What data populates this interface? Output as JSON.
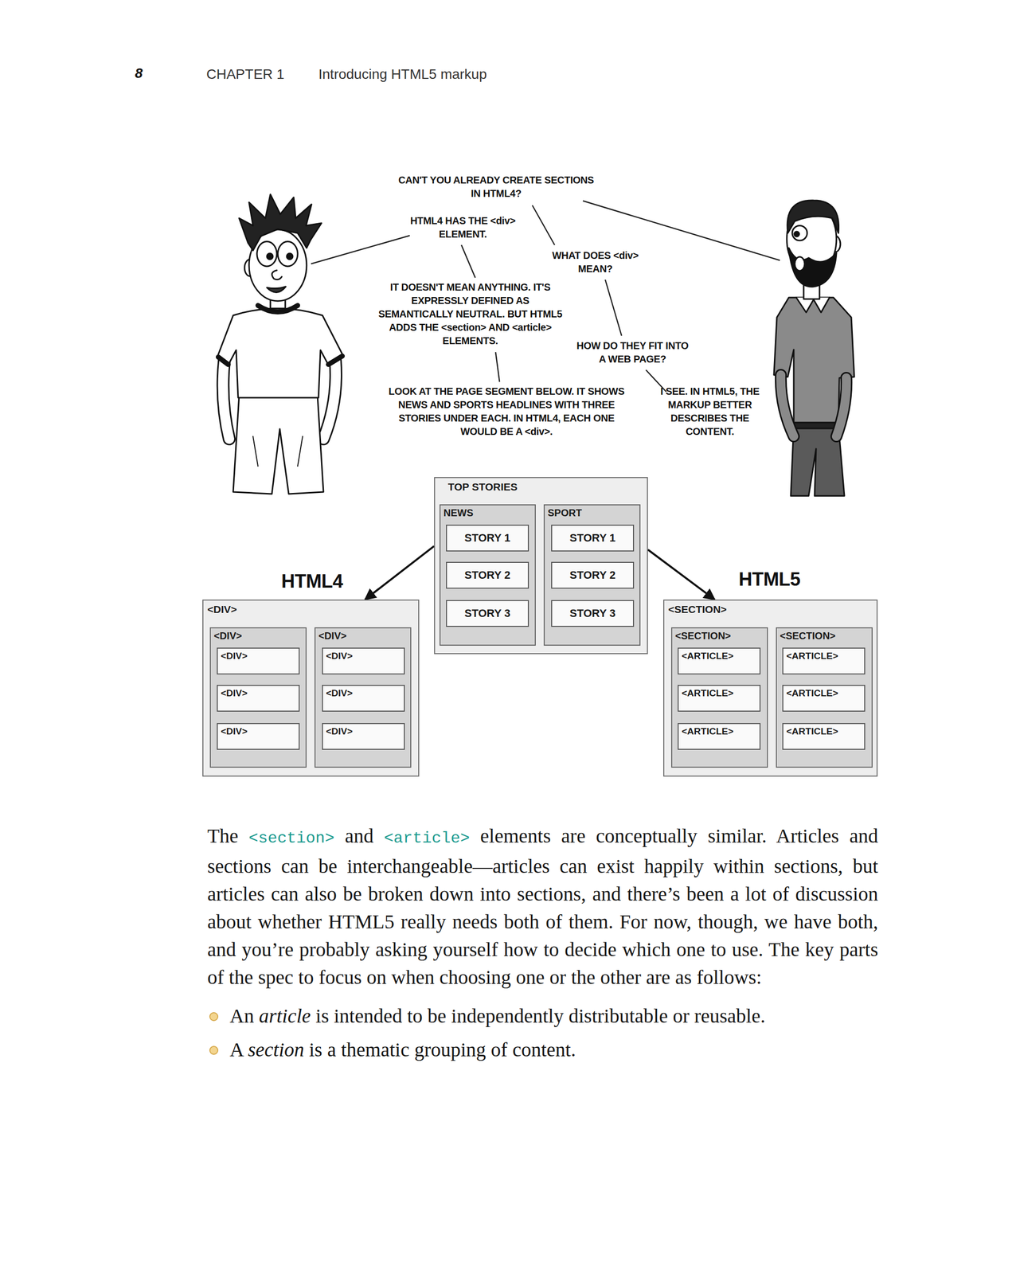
{
  "diagram": {
    "nodes": [
      {
        "text": [
          "TOP STORIES"
        ]
      },
      {
        "text": [
          "NEWS"
        ],
        "in": 0
      },
      {
        "text": [
          "STORY 1"
        ],
        "in": 1
      },
      {
        "text": [
          "STORY 2"
        ],
        "in": 1
      },
      {
        "text": [
          "STORY 3"
        ],
        "in": 1
      },
      {
        "text": [
          "SPORT"
        ],
        "in": 0
      },
      {
        "text": [
          "STORY 1"
        ],
        "in": 5
      },
      {
        "text": [
          "STORY 2"
        ],
        "in": 5
      },
      {
        "text": [
          "STORY 3"
        ],
        "in": 5
      },
      {
        "text": [
          "HTML4",
          "<DIV>"
        ]
      },
      {
        "text": [
          "<DIV>"
        ],
        "in": 9
      },
      {
        "text": [
          "<DIV>"
        ],
        "in": 10
      },
      {
        "text": [
          "<DIV>"
        ],
        "in": 10
      },
      {
        "text": [
          "<DIV>"
        ],
        "in": 10
      },
      {
        "text": [
          "<DIV>"
        ],
        "in": 9
      },
      {
        "text": [
          "<DIV>"
        ],
        "in": 14
      },
      {
        "text": [
          "<DIV>"
        ],
        "in": 14
      },
      {
        "text": [
          "<DIV>"
        ],
        "in": 14
      },
      {
        "text": [
          "HTML5",
          "<SECTION>"
        ]
      },
      {
        "text": [
          "<SECTION>"
        ],
        "in": 18
      },
      {
        "text": [
          "<ARTICLE>"
        ],
        "in": 19
      },
      {
        "text": [
          "<ARTICLE>"
        ],
        "in": 19
      },
      {
        "text": [
          "<ARTICLE>"
        ],
        "in": 19
      },
      {
        "text": [
          "<SECTION>"
        ],
        "in": 18
      },
      {
        "text": [
          "<ARTICLE>"
        ],
        "in": 23
      },
      {
        "text": [
          "<ARTICLE>"
        ],
        "in": 23
      },
      {
        "text": [
          "<ARTICLE>"
        ],
        "in": 23
      }
    ],
    "edges": [
      {
        "from": 0,
        "to": 9,
        "arrow": "to"
      },
      {
        "from": 0,
        "to": 18,
        "arrow": "to"
      }
    ],
    "labels": [
      "8",
      "CHAPTER 1",
      "Introducing HTML5 markup",
      "CAN'T YOU ALREADY CREATE SECTIONS IN HTML4?",
      "HTML4 HAS THE <div> ELEMENT.",
      "WHAT DOES <div> MEAN?",
      "IT DOESN'T MEAN ANYTHING. IT'S EXPRESSLY DEFINED AS SEMANTICALLY NEUTRAL. BUT HTML5 ADDS THE <section> AND <article> ELEMENTS.",
      "HOW DO THEY FIT INTO A WEB PAGE?",
      "LOOK AT THE PAGE SEGMENT BELOW. IT SHOWS NEWS AND SPORTS HEADLINES WITH THREE STORIES UNDER EACH. IN HTML4, EACH ONE WOULD BE A <div>.",
      "I SEE. IN HTML5, THE MARKUP BETTER DESCRIBES THE CONTENT.",
      "The",
      "<section>",
      "and",
      "<article>",
      "elements are conceptually similar. Articles and sections can be interchangeable—articles can exist happily within sections, but articles can also be broken down into sections, and there’s been a lot of discussion about whether HTML5 really needs both of them. For now, though, we have both, and you’re probably asking yourself how to decide which one to use. The key parts of the spec to focus on when choosing one or the other are as follows:",
      "An",
      "article",
      "is intended to be independently distributable or reusable.",
      "A",
      "section",
      "is a thematic grouping of content."
    ]
  }
}
